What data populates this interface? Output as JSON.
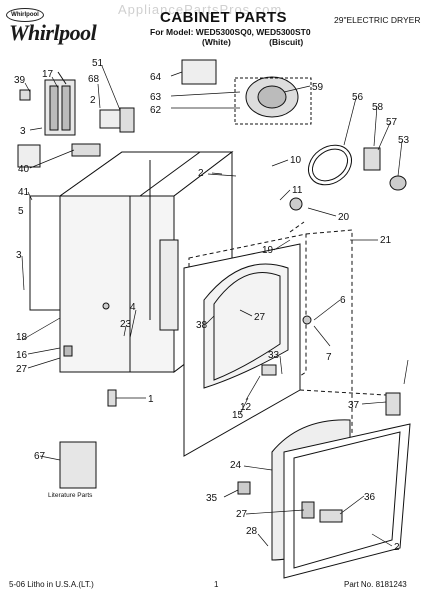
{
  "header": {
    "brand": "Whirlpool",
    "brand_mark": "Whirlpool",
    "watermark": "AppliancePartsPros.com",
    "title": "CABINET PARTS",
    "model_line": "For Model: WED5300SQ0, WED5300ST0",
    "variant_white": "(White)",
    "variant_biscuit": "(Biscuit)",
    "product": "29\"ELECTRIC DRYER"
  },
  "literature_label": "Literature Parts",
  "callouts": [
    "39",
    "17",
    "68",
    "51",
    "3",
    "40",
    "41",
    "5",
    "2",
    "64",
    "63",
    "62",
    "59",
    "56",
    "58",
    "57",
    "53",
    "10",
    "11",
    "20",
    "21",
    "19",
    "2",
    "3",
    "4",
    "23",
    "38",
    "27",
    "6",
    "7",
    "18",
    "16",
    "27",
    "33",
    "12",
    "15",
    "1",
    "67",
    "24",
    "35",
    "27",
    "28",
    "37",
    "36",
    "2"
  ],
  "footer": {
    "left": "5-06 Litho in U.S.A.(LT.)",
    "page": "1",
    "part_no": "Part No. 8181243"
  }
}
